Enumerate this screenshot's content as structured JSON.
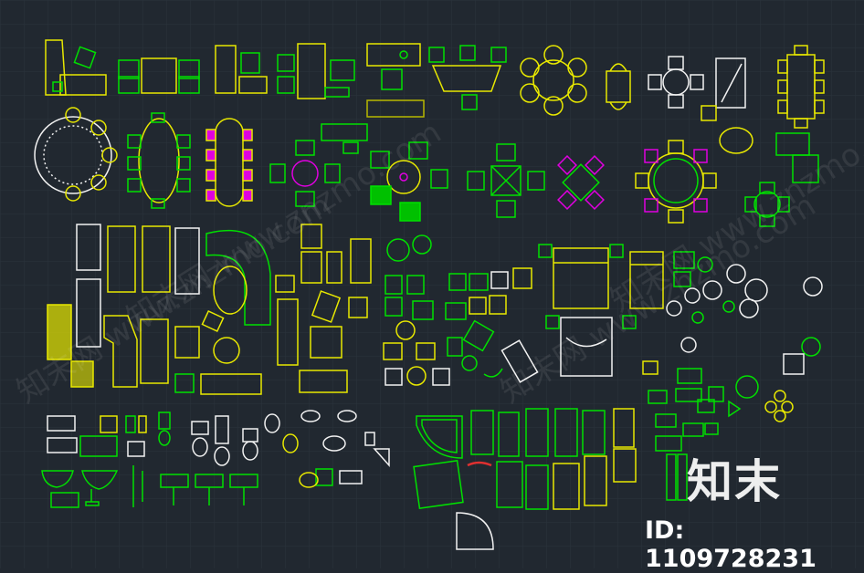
{
  "brand": {
    "logo_text": "知末",
    "id_label": "ID: 1109728231",
    "watermark_text": "知末网 www.znzmo.com"
  },
  "colors": {
    "background": "#212830",
    "grid": "#2b333c",
    "yellow": "#e8e800",
    "green": "#00e000",
    "white": "#f2f2f2",
    "magenta": "#e000e0",
    "olive": "#b8b800"
  }
}
